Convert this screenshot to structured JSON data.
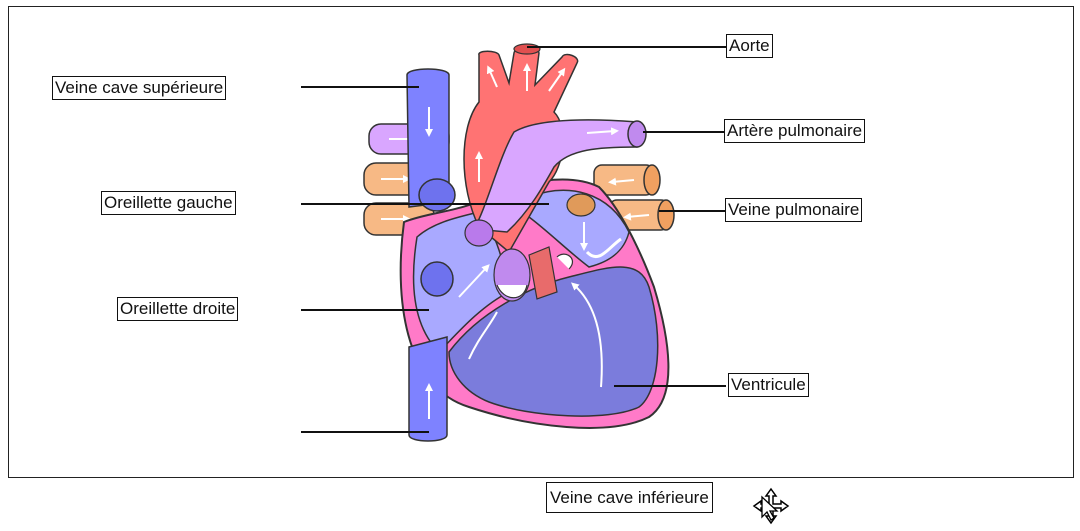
{
  "diagram": {
    "labels": {
      "aorte": "Aorte",
      "veine_cave_sup": "Veine cave supérieure",
      "artere_pulmonaire": "Artère pulmonaire",
      "oreillette_gauche": "Oreillette gauche",
      "veine_pulmonaire": "Veine pulmonaire",
      "oreillette_droite": "Oreillette droite",
      "ventricule": "Ventricule"
    }
  },
  "drag": {
    "item_label": "Veine cave inférieure",
    "cursor_icon": "move-cursor-icon"
  },
  "colors": {
    "vena_cava": "#7e82ff",
    "aorta": "#ff7373",
    "pulmonary_artery": "#d9a6ff",
    "pulmonary_vein": "#f7b985",
    "ventricle": "#7b7cdc",
    "wall": "#ff7ac8"
  }
}
